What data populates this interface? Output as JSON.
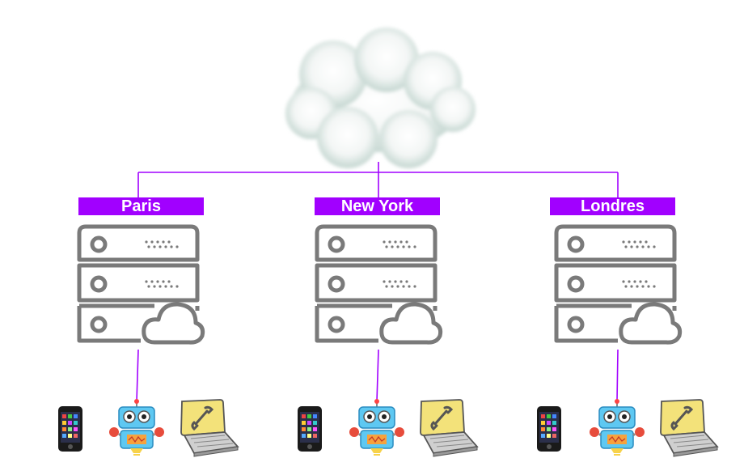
{
  "diagram": {
    "title": "",
    "accent_color": "#a100ff",
    "server_color": "#7a7a7a",
    "cloud_icon": "cloud-icon",
    "sites": [
      {
        "id": "paris",
        "label": "Paris",
        "server_icon": "server-rack-icon",
        "devices": [
          "smartphone-icon",
          "robot-icon",
          "laptop-wrench-icon"
        ]
      },
      {
        "id": "new-york",
        "label": "New York",
        "server_icon": "server-rack-icon",
        "devices": [
          "smartphone-icon",
          "robot-icon",
          "laptop-wrench-icon"
        ]
      },
      {
        "id": "londres",
        "label": "Londres",
        "server_icon": "server-rack-icon",
        "devices": [
          "smartphone-icon",
          "robot-icon",
          "laptop-wrench-icon"
        ]
      }
    ]
  }
}
